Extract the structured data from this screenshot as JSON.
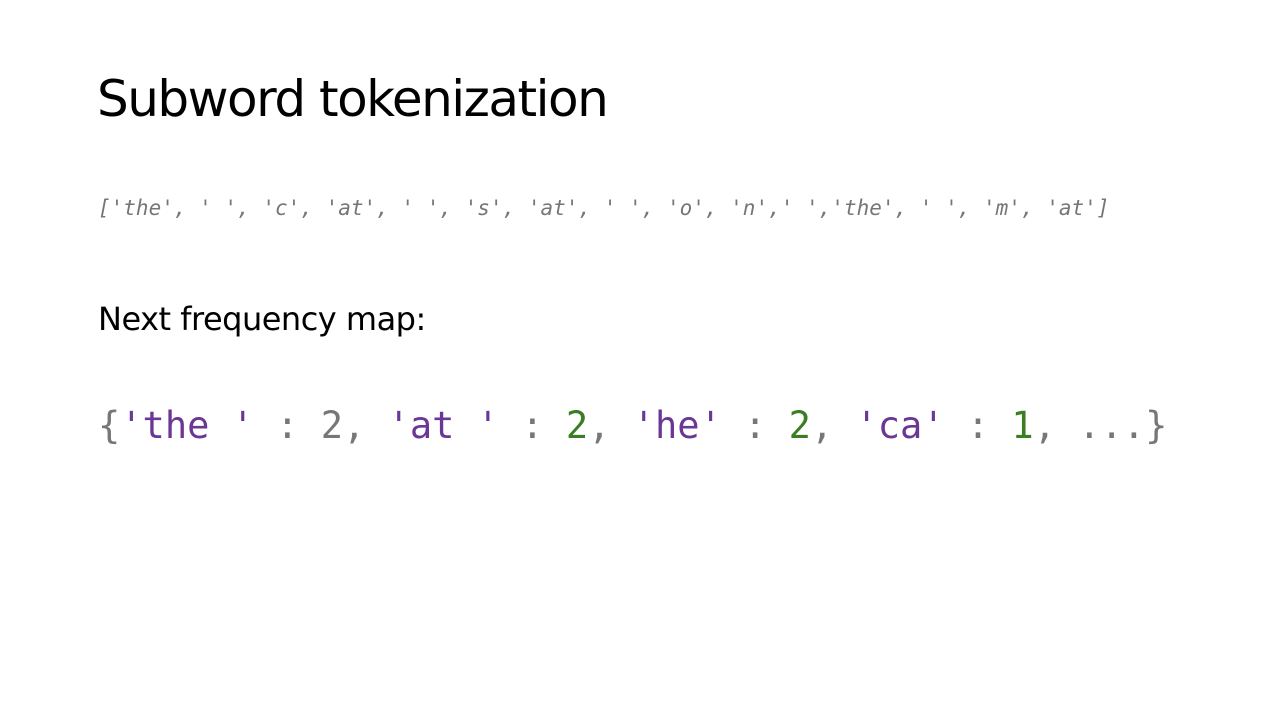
{
  "slide": {
    "title": "Subword tokenization",
    "token_list": "['the', ' ', 'c', 'at', ' ', 's', 'at', ' ', 'o', 'n',' ','the', ' ', 'm', 'at']",
    "subheading": "Next frequency map:",
    "frequency_map": {
      "open_brace": "{",
      "close_brace": "}",
      "ellipsis": "...",
      "entries": [
        {
          "key": "'the '",
          "value": "2"
        },
        {
          "key": "'at '",
          "value": "2"
        },
        {
          "key": "'he'",
          "value": "2"
        },
        {
          "key": "'ca'",
          "value": "1"
        }
      ]
    }
  },
  "colors": {
    "key_color": "#6a3794",
    "punct_color": "#777777",
    "highlight_value_color": "#3a7d23",
    "plain_value_color": "#777777"
  }
}
